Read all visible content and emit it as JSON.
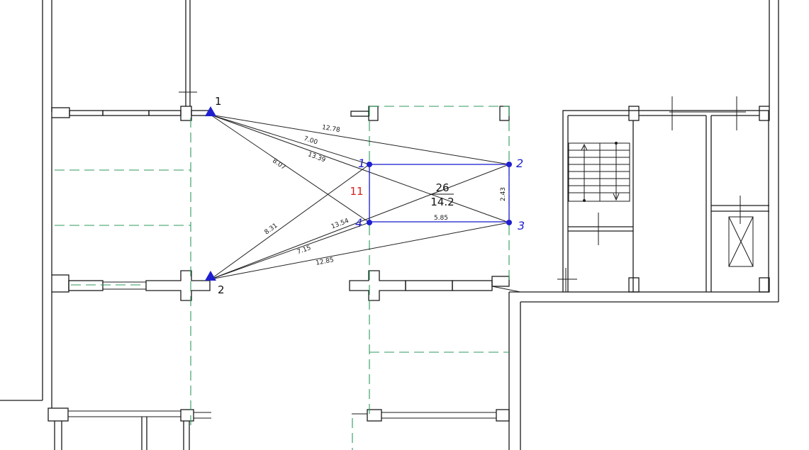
{
  "colors": {
    "wall": "#1a1a1a",
    "axis_dash": "#2e9a5c",
    "measurement": "#222222",
    "survey_point": "#1f1fd0",
    "zone_number": "#d42020"
  },
  "stations": [
    {
      "id": "s1",
      "label": "1"
    },
    {
      "id": "s2",
      "label": "2"
    }
  ],
  "points": [
    {
      "id": "p1",
      "label": "1"
    },
    {
      "id": "p2",
      "label": "2"
    },
    {
      "id": "p3",
      "label": "3"
    },
    {
      "id": "p4",
      "label": "4"
    }
  ],
  "measurements": [
    {
      "from": "s1",
      "to": "p2",
      "label": "12.78"
    },
    {
      "from": "s1",
      "to": "p1",
      "label": "7.00"
    },
    {
      "from": "s1",
      "to": "p3",
      "label": "13.39"
    },
    {
      "from": "s1",
      "to": "p4",
      "label": "8.07"
    },
    {
      "from": "s2",
      "to": "p1",
      "label": "8.31"
    },
    {
      "from": "s2",
      "to": "p2",
      "label": "13.54"
    },
    {
      "from": "s2",
      "to": "p4",
      "label": "7.15"
    },
    {
      "from": "s2",
      "to": "p3",
      "label": "12.85"
    }
  ],
  "rect_dims": {
    "width": "5.85",
    "height": "2.43"
  },
  "zone": {
    "number": "11",
    "numerator": "26",
    "denominator": "14.2"
  }
}
